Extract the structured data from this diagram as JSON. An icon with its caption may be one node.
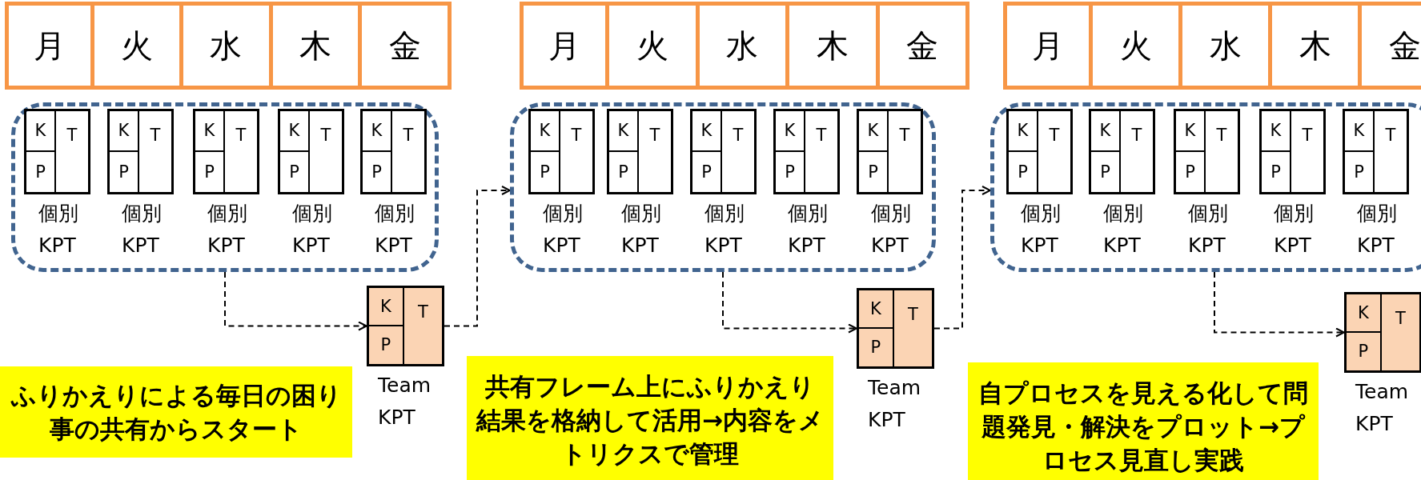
{
  "diagram": {
    "nodes": [
      {
        "text": [
          "月"
        ]
      },
      {
        "text": [
          "火"
        ]
      },
      {
        "text": [
          "水"
        ]
      },
      {
        "text": [
          "木"
        ]
      },
      {
        "text": [
          "金"
        ]
      },
      {
        "text": [],
        "shape": "box"
      },
      {
        "text": [
          "K",
          "T",
          "P"
        ],
        "beside": [
          "個別 KPT"
        ],
        "in": 5
      },
      {
        "text": [
          "K",
          "T",
          "P"
        ],
        "beside": [
          "個別 KPT"
        ],
        "in": 5
      },
      {
        "text": [
          "K",
          "T",
          "P"
        ],
        "beside": [
          "個別 KPT"
        ],
        "in": 5
      },
      {
        "text": [
          "K",
          "T",
          "P"
        ],
        "beside": [
          "個別 KPT"
        ],
        "in": 5
      },
      {
        "text": [
          "K",
          "T",
          "P"
        ],
        "beside": [
          "個別 KPT"
        ],
        "in": 5
      },
      {
        "text": [
          "K",
          "T",
          "P"
        ],
        "beside": [
          "Team KPT"
        ]
      },
      {
        "text": [
          "ふりかえりによる毎日の困り事の共有からスタート"
        ]
      },
      {
        "text": [
          "月"
        ]
      },
      {
        "text": [
          "火"
        ]
      },
      {
        "text": [
          "水"
        ]
      },
      {
        "text": [
          "木"
        ]
      },
      {
        "text": [
          "金"
        ]
      },
      {
        "text": [],
        "shape": "box"
      },
      {
        "text": [
          "K",
          "T",
          "P"
        ],
        "beside": [
          "個別 KPT"
        ],
        "in": 18
      },
      {
        "text": [
          "K",
          "T",
          "P"
        ],
        "beside": [
          "個別 KPT"
        ],
        "in": 18
      },
      {
        "text": [
          "K",
          "T",
          "P"
        ],
        "beside": [
          "個別 KPT"
        ],
        "in": 18
      },
      {
        "text": [
          "K",
          "T",
          "P"
        ],
        "beside": [
          "個別 KPT"
        ],
        "in": 18
      },
      {
        "text": [
          "K",
          "T",
          "P"
        ],
        "beside": [
          "個別 KPT"
        ],
        "in": 18
      },
      {
        "text": [
          "K",
          "T",
          "P"
        ],
        "beside": [
          "Team KPT"
        ]
      },
      {
        "text": [
          "共有フレーム上にふりかえり結果を格納して活用→内容をメトリクスで管理"
        ]
      },
      {
        "text": [
          "月"
        ]
      },
      {
        "text": [
          "火"
        ]
      },
      {
        "text": [
          "水"
        ]
      },
      {
        "text": [
          "木"
        ]
      },
      {
        "text": [
          "金"
        ]
      },
      {
        "text": [],
        "shape": "box"
      },
      {
        "text": [
          "K",
          "T",
          "P"
        ],
        "beside": [
          "個別 KPT"
        ],
        "in": 31
      },
      {
        "text": [
          "K",
          "T",
          "P"
        ],
        "beside": [
          "個別 KPT"
        ],
        "in": 31
      },
      {
        "text": [
          "K",
          "T",
          "P"
        ],
        "beside": [
          "個別 KPT"
        ],
        "in": 31
      },
      {
        "text": [
          "K",
          "T",
          "P"
        ],
        "beside": [
          "個別 KPT"
        ],
        "in": 31
      },
      {
        "text": [
          "K",
          "T",
          "P"
        ],
        "beside": [
          "個別 KPT"
        ],
        "in": 31
      },
      {
        "text": [
          "K",
          "T",
          "P"
        ],
        "beside": [
          "Team KPT"
        ]
      },
      {
        "text": [
          "自プロセスを見える化して問題発見・解決をプロット→プロセス見直し実践"
        ]
      }
    ],
    "edges": [
      {
        "from": 5,
        "to": 11,
        "arrow": "to",
        "style": "dashed"
      },
      {
        "from": 11,
        "to": 18,
        "arrow": "to",
        "style": "dashed"
      },
      {
        "from": 18,
        "to": 24,
        "arrow": "to",
        "style": "dashed"
      },
      {
        "from": 24,
        "to": 31,
        "arrow": "to",
        "style": "dashed"
      },
      {
        "from": 31,
        "to": 37,
        "arrow": "to",
        "style": "dashed"
      }
    ]
  }
}
